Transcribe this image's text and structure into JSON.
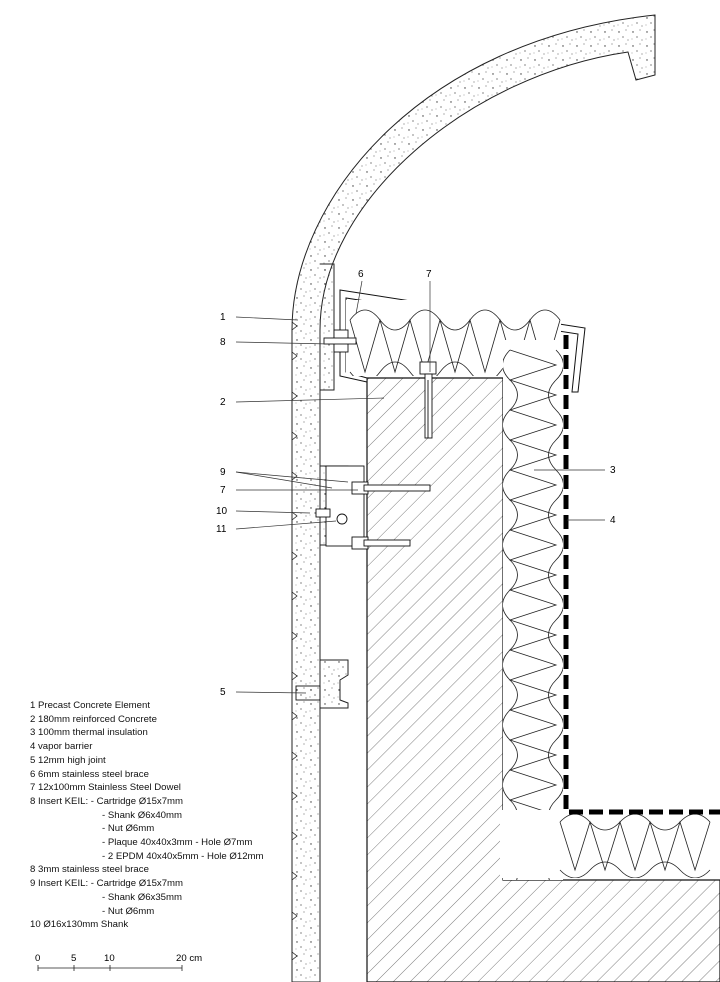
{
  "callouts": {
    "c1": "1",
    "c2": "2",
    "c3": "3",
    "c4": "4",
    "c5": "5",
    "c6": "6",
    "c7_top": "7",
    "c7_mid": "7",
    "c8": "8",
    "c9": "9",
    "c10": "10",
    "c11": "11"
  },
  "legend": {
    "items": [
      {
        "text": "1  Precast Concrete Element",
        "sub": false
      },
      {
        "text": "2  180mm reinforced Concrete",
        "sub": false
      },
      {
        "text": "3  100mm thermal insulation",
        "sub": false
      },
      {
        "text": "4  vapor barrier",
        "sub": false
      },
      {
        "text": "5  12mm high joint",
        "sub": false
      },
      {
        "text": "6  6mm stainless steel brace",
        "sub": false
      },
      {
        "text": "7  12x100mm Stainless Steel Dowel",
        "sub": false
      },
      {
        "text": "8  Insert KEIL: - Cartridge Ø15x7mm",
        "sub": false
      },
      {
        "text": "- Shank Ø6x40mm",
        "sub": true
      },
      {
        "text": "- Nut Ø6mm",
        "sub": true
      },
      {
        "text": "- Plaque 40x40x3mm - Hole Ø7mm",
        "sub": true
      },
      {
        "text": "- 2 EPDM 40x40x5mm - Hole Ø12mm",
        "sub": true
      },
      {
        "text": "8  3mm stainless steel brace",
        "sub": false
      },
      {
        "text": "9  Insert KEIL: - Cartridge Ø15x7mm",
        "sub": false
      },
      {
        "text": "- Shank Ø6x35mm",
        "sub": true
      },
      {
        "text": "- Nut Ø6mm",
        "sub": true
      },
      {
        "text": "10 Ø16x130mm Shank",
        "sub": false
      }
    ]
  },
  "scale_bar": {
    "labels": [
      "0",
      "5",
      "10",
      "20 cm"
    ]
  }
}
